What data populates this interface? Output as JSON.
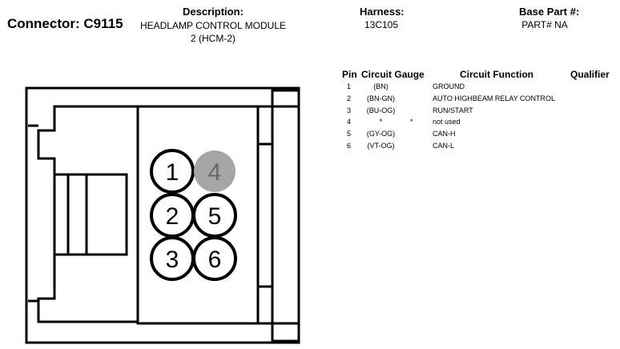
{
  "header": {
    "connector_label": "Connector: C9115",
    "description_header": "Description:",
    "description_line1": "HEADLAMP CONTROL MODULE",
    "description_line2": "2 (HCM-2)",
    "harness_header": "Harness:",
    "harness_value": "13C105",
    "base_part_header": "Base Part #:",
    "base_part_value": "PART# NA"
  },
  "table": {
    "columns": [
      "Pin",
      "Circuit",
      "Gauge",
      "Circuit Function",
      "Qualifier"
    ],
    "rows": [
      {
        "pin": "1",
        "color": "(BN)",
        "gauge": "",
        "function": "GROUND"
      },
      {
        "pin": "2",
        "color": "(BN-GN)",
        "gauge": "",
        "function": "AUTO HIGHBEAM RELAY CONTROL"
      },
      {
        "pin": "3",
        "color": "(BU-OG)",
        "gauge": "",
        "function": "RUN/START"
      },
      {
        "pin": "4",
        "color": "*",
        "gauge": "*",
        "function": "not used"
      },
      {
        "pin": "5",
        "color": "(GY-OG)",
        "gauge": "",
        "function": "CAN-H"
      },
      {
        "pin": "6",
        "color": "(VT-OG)",
        "gauge": "",
        "function": "CAN-L"
      }
    ]
  },
  "connector": {
    "pins": [
      {
        "label": "1",
        "used": true
      },
      {
        "label": "4",
        "used": false
      },
      {
        "label": "2",
        "used": true
      },
      {
        "label": "5",
        "used": true
      },
      {
        "label": "3",
        "used": true
      },
      {
        "label": "6",
        "used": true
      }
    ],
    "colors": {
      "unused_fill": "#a6a6a6",
      "unused_text": "#666666",
      "outline": "#000000"
    }
  }
}
